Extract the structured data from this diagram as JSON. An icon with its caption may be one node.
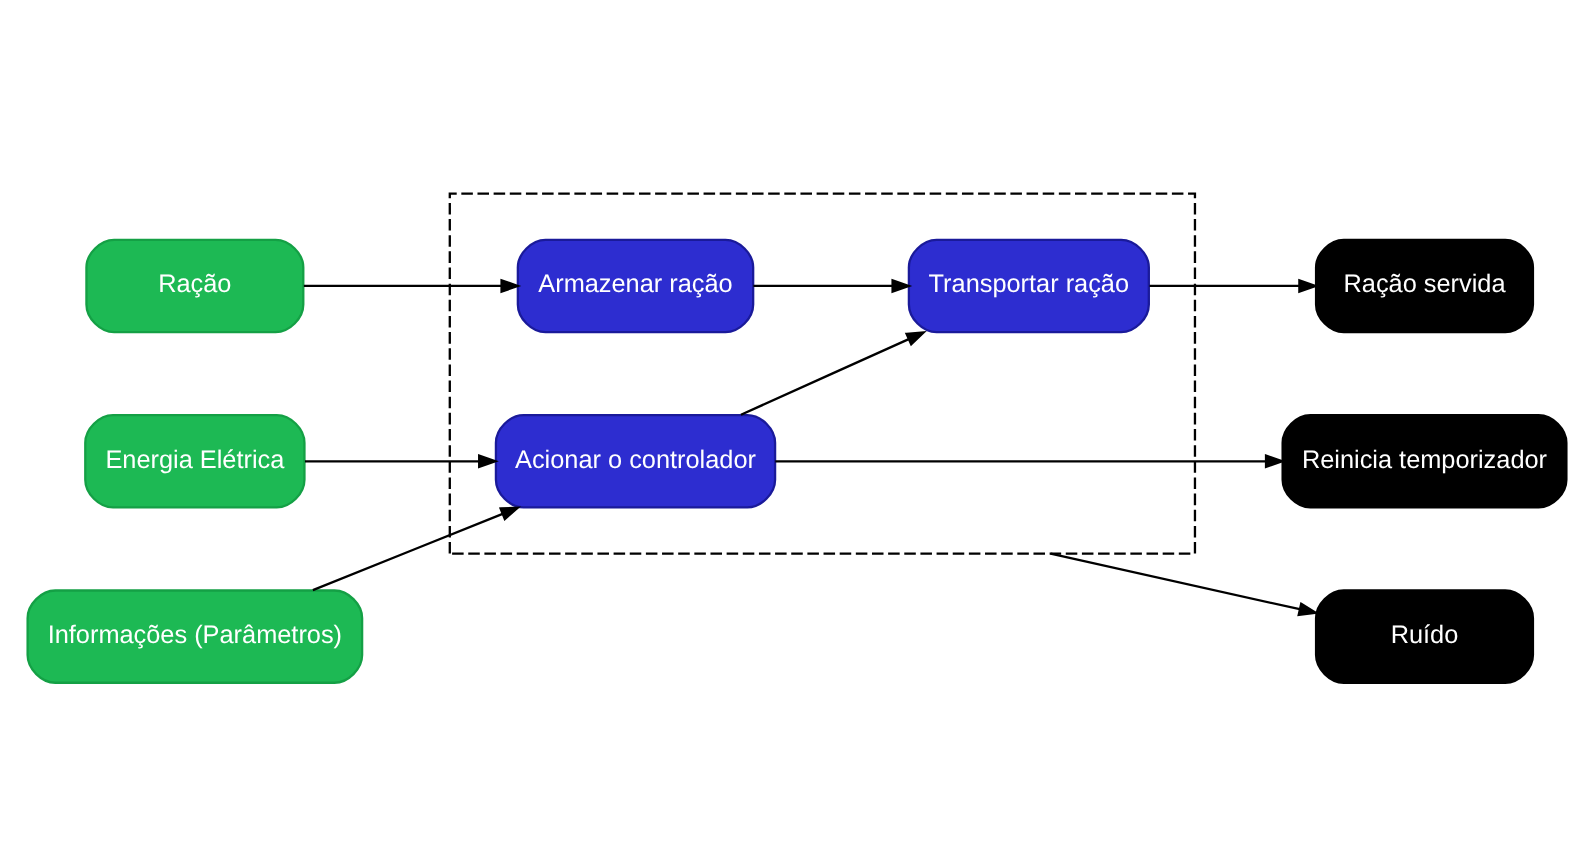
{
  "diagram": {
    "nodes": [
      {
        "text": [],
        "shape": "box"
      },
      {
        "text": [
          "Energia Elétrica"
        ]
      },
      {
        "text": [
          "Ruído"
        ]
      },
      {
        "text": [
          "Acionar o controlador"
        ],
        "in": 0
      },
      {
        "text": [
          "Informações (Parâmetros)"
        ]
      },
      {
        "text": [
          "Transportar ração"
        ],
        "in": 0
      },
      {
        "text": [
          "Ração servida"
        ]
      },
      {
        "text": [
          "Reinicia temporizador"
        ]
      },
      {
        "text": [
          "Ração"
        ]
      },
      {
        "text": [
          "Armazenar ração"
        ],
        "in": 0
      }
    ],
    "edges": [
      {
        "from": 1,
        "to": 3,
        "arrow": "to"
      },
      {
        "from": 4,
        "to": 3,
        "arrow": "to"
      },
      {
        "from": 3,
        "to": 5,
        "arrow": "to"
      },
      {
        "from": 3,
        "to": 7,
        "arrow": "to"
      },
      {
        "from": 8,
        "to": 9,
        "arrow": "to"
      },
      {
        "from": 9,
        "to": 5,
        "arrow": "to"
      },
      {
        "from": 5,
        "to": 6,
        "arrow": "to"
      },
      {
        "from": 0,
        "to": 2,
        "arrow": "to"
      }
    ]
  }
}
